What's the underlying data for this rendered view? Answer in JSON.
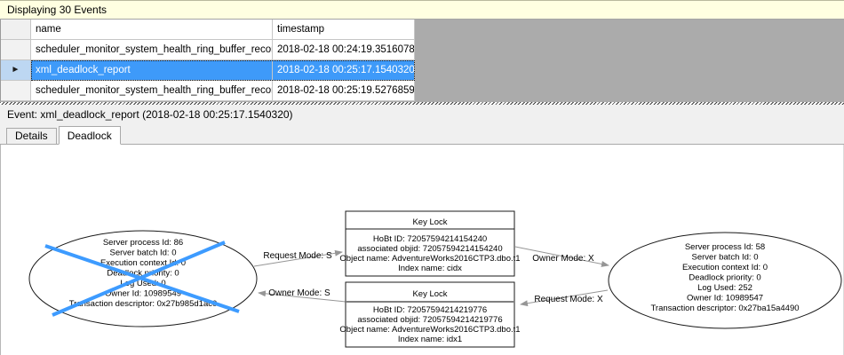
{
  "header": {
    "title": "Displaying 30 Events"
  },
  "events_table": {
    "columns": {
      "name": "name",
      "timestamp": "timestamp"
    },
    "rows": [
      {
        "name": "scheduler_monitor_system_health_ring_buffer_recorded",
        "timestamp": "2018-02-18 00:24:19.3516078"
      },
      {
        "name": "xml_deadlock_report",
        "timestamp": "2018-02-18 00:25:17.1540320"
      },
      {
        "name": "scheduler_monitor_system_health_ring_buffer_recorded",
        "timestamp": "2018-02-18 00:25:19.5276859"
      }
    ],
    "selected_row_index": 1
  },
  "event_bar": {
    "text": "Event: xml_deadlock_report (2018-02-18 00:25:17.1540320)"
  },
  "tabs": {
    "details": "Details",
    "deadlock": "Deadlock",
    "active": "Deadlock"
  },
  "icons": {
    "selected_row_marker": "►"
  },
  "graph": {
    "victim_process": {
      "lines": [
        "Server process Id: 86",
        "Server batch Id: 0",
        "Execution context Id: 0",
        "Deadlock priority: 0",
        "Log Used: 0",
        "Owner Id: 10989549",
        "Transaction descriptor: 0x27b985d1ac0"
      ]
    },
    "other_process": {
      "lines": [
        "Server process Id: 58",
        "Server batch Id: 0",
        "Execution context Id: 0",
        "Deadlock priority: 0",
        "Log Used: 252",
        "Owner Id: 10989547",
        "Transaction descriptor: 0x27ba15a4490"
      ]
    },
    "lock_top": {
      "title": "Key Lock",
      "lines": [
        "HoBt ID: 72057594214154240",
        "associated objid: 72057594214154240",
        "Object name: AdventureWorks2016CTP3.dbo.t1",
        "Index name: cidx"
      ]
    },
    "lock_bottom": {
      "title": "Key Lock",
      "lines": [
        "HoBt ID: 72057594214219776",
        "associated objid: 72057594214219776",
        "Object name: AdventureWorks2016CTP3.dbo.t1",
        "Index name: idx1"
      ]
    },
    "edges": {
      "request_s": "Request Mode: S",
      "owner_s": "Owner Mode: S",
      "owner_x": "Owner Mode: X",
      "request_x": "Request Mode: X"
    }
  },
  "colors": {
    "title_bar_bg": "#FFFFE1",
    "filler_gray": "#ABABAB",
    "selection_blue": "#3E9AF9",
    "victim_cross_blue": "#3D9BFF",
    "edge_gray": "#969696"
  }
}
